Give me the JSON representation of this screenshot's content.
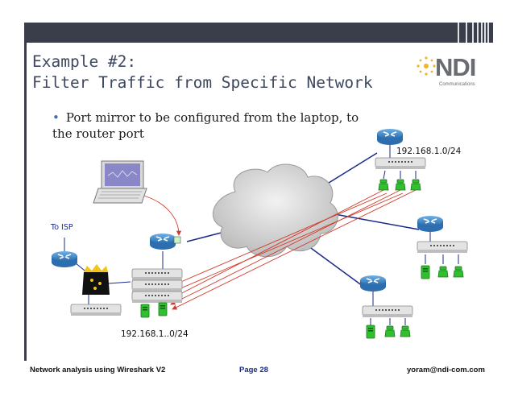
{
  "slide": {
    "title_line1": "Example #2:",
    "title_line2": "Filter Traffic from Specific Network",
    "bullet": "Port mirror to be configured from the laptop, to the router port"
  },
  "logo": {
    "text": "NDI",
    "sub": "Communications"
  },
  "diagram": {
    "label_net_top": "192.168.1.0/24",
    "label_net_bottom": "192.168.1..0/24",
    "label_isp": "To ISP"
  },
  "footer": {
    "left": "Network analysis using Wireshark V2",
    "center": "Page 28",
    "right": "yoram@ndi-com.com"
  },
  "colors": {
    "bar": "#3a3e4a",
    "title": "#3d4860",
    "router": "#3f86c6",
    "pc": "#2fbf2f",
    "arrow": "#d23a2a",
    "cloud": "#d9d9d9"
  }
}
